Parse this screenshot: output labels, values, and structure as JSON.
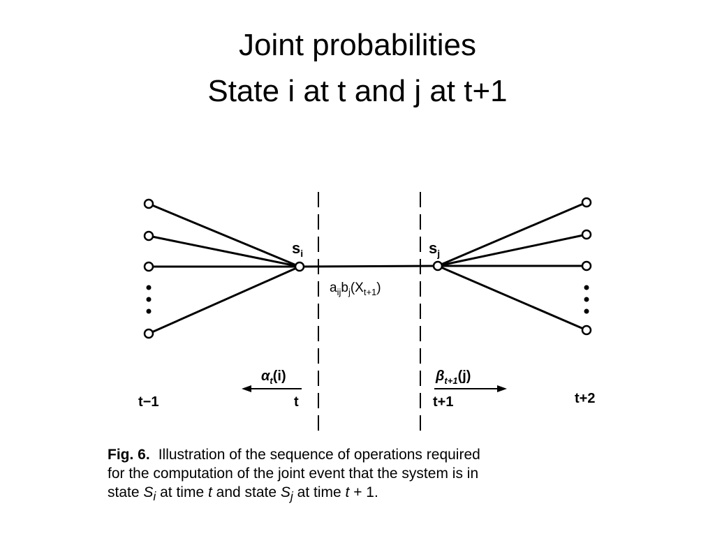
{
  "title": {
    "line1": "Joint probabilities",
    "line2": "State i at t and j at t+1"
  },
  "diagram": {
    "state_left": {
      "base": "s",
      "sub": "i"
    },
    "state_right": {
      "base": "s",
      "sub": "j"
    },
    "edge_label": {
      "a": "a",
      "a_sub": "ij",
      "b": "b",
      "b_sub": "j",
      "open": "(X",
      "x_sub": "t+1",
      "close": ")"
    },
    "alpha_label": {
      "sym": "α",
      "sub": "t",
      "arg": "(i)"
    },
    "beta_label": {
      "sym": "β",
      "sub": "t+1",
      "arg": "(j)"
    },
    "time_t": "t",
    "time_t1": "t+1",
    "time_tm1": "t−1",
    "time_t2": "t+2",
    "dots": "⋮"
  },
  "caption": {
    "fig": "Fig. 6.",
    "line1": "Illustration of the sequence of operations required",
    "line2": "for the computation of the joint event that the system is in",
    "line3_a": "state ",
    "line3_S1": "S",
    "line3_S1_sub": "i",
    "line3_b": " at time ",
    "line3_t1": "t",
    "line3_c": " and state ",
    "line3_S2": "S",
    "line3_S2_sub": "j",
    "line3_d": " at time ",
    "line3_t2": "t",
    "line3_e": " + 1."
  }
}
